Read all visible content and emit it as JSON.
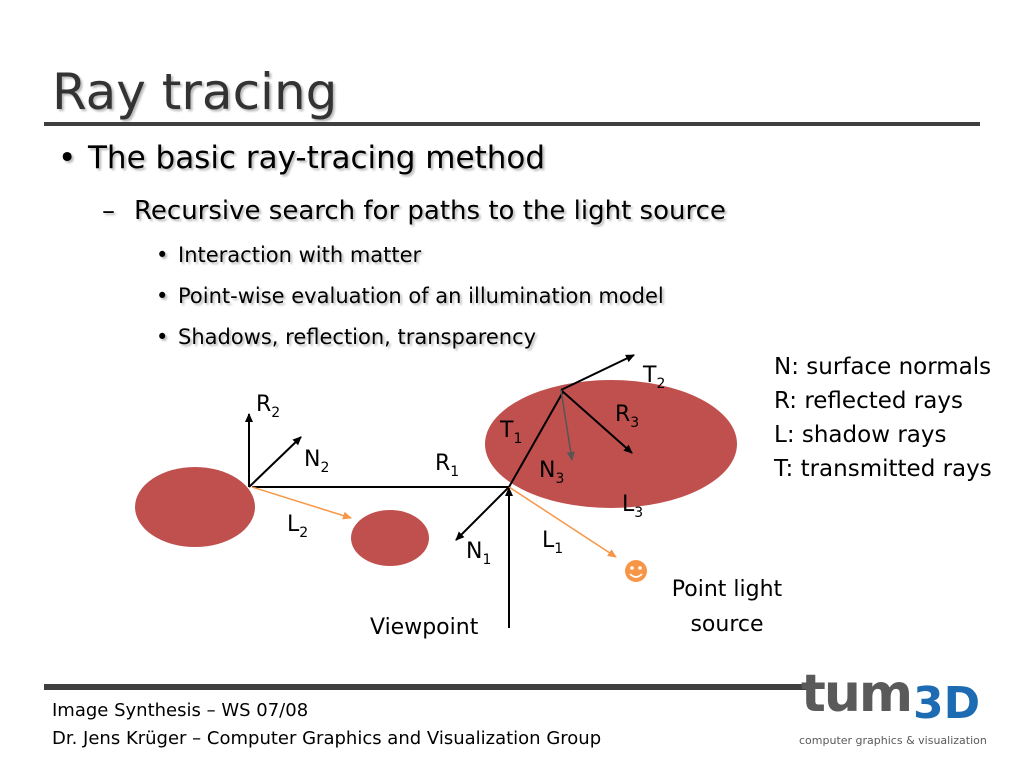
{
  "slide": {
    "title": "Ray tracing",
    "bullets": {
      "level1": "The basic ray-tracing method",
      "level2": "Recursive search for paths to the light source",
      "level3": [
        "Interaction with matter",
        "Point-wise evaluation of an illumination model",
        "Shadows, reflection, transparency"
      ],
      "marks": {
        "l1": "•",
        "l2": "–",
        "l3": "•"
      }
    }
  },
  "diagram": {
    "labels": {
      "R": "R",
      "N": "N",
      "T": "T",
      "L": "L",
      "sub1": "1",
      "sub2": "2",
      "sub3": "3",
      "viewpoint": "Viewpoint",
      "light_line1": "Point light",
      "light_line2": "source"
    },
    "legend": [
      "N: surface normals",
      "R: reflected rays",
      "L: shadow rays",
      "T: transmitted rays"
    ],
    "colors": {
      "object_fill": "#c0504d",
      "shadow_ray": "#f79646",
      "light_icon": "#f79646",
      "ray": "#000000",
      "normal_inside": "#555555"
    },
    "light_icon": "smiley-icon"
  },
  "footer": {
    "course": "Image Synthesis – WS 07/08",
    "author": "Dr. Jens Krüger – Computer Graphics and Visualization Group",
    "logo_main": "tum",
    "logo_3d": "3D",
    "logo_sub": "computer graphics & visualization"
  }
}
